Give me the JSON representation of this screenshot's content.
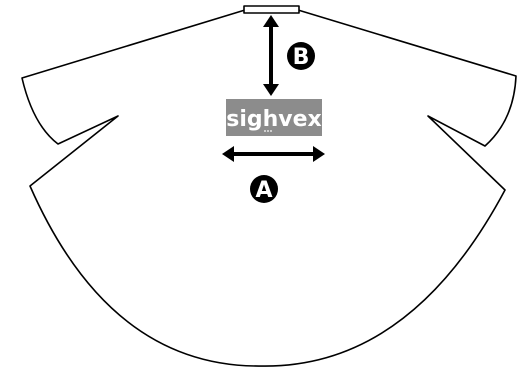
{
  "diagram": {
    "logo_text": "sighvex",
    "label_a": "A",
    "label_b": "B"
  },
  "colors": {
    "outline": "#000000",
    "logo_background": "#8c8c8c",
    "badge": "#000000"
  }
}
